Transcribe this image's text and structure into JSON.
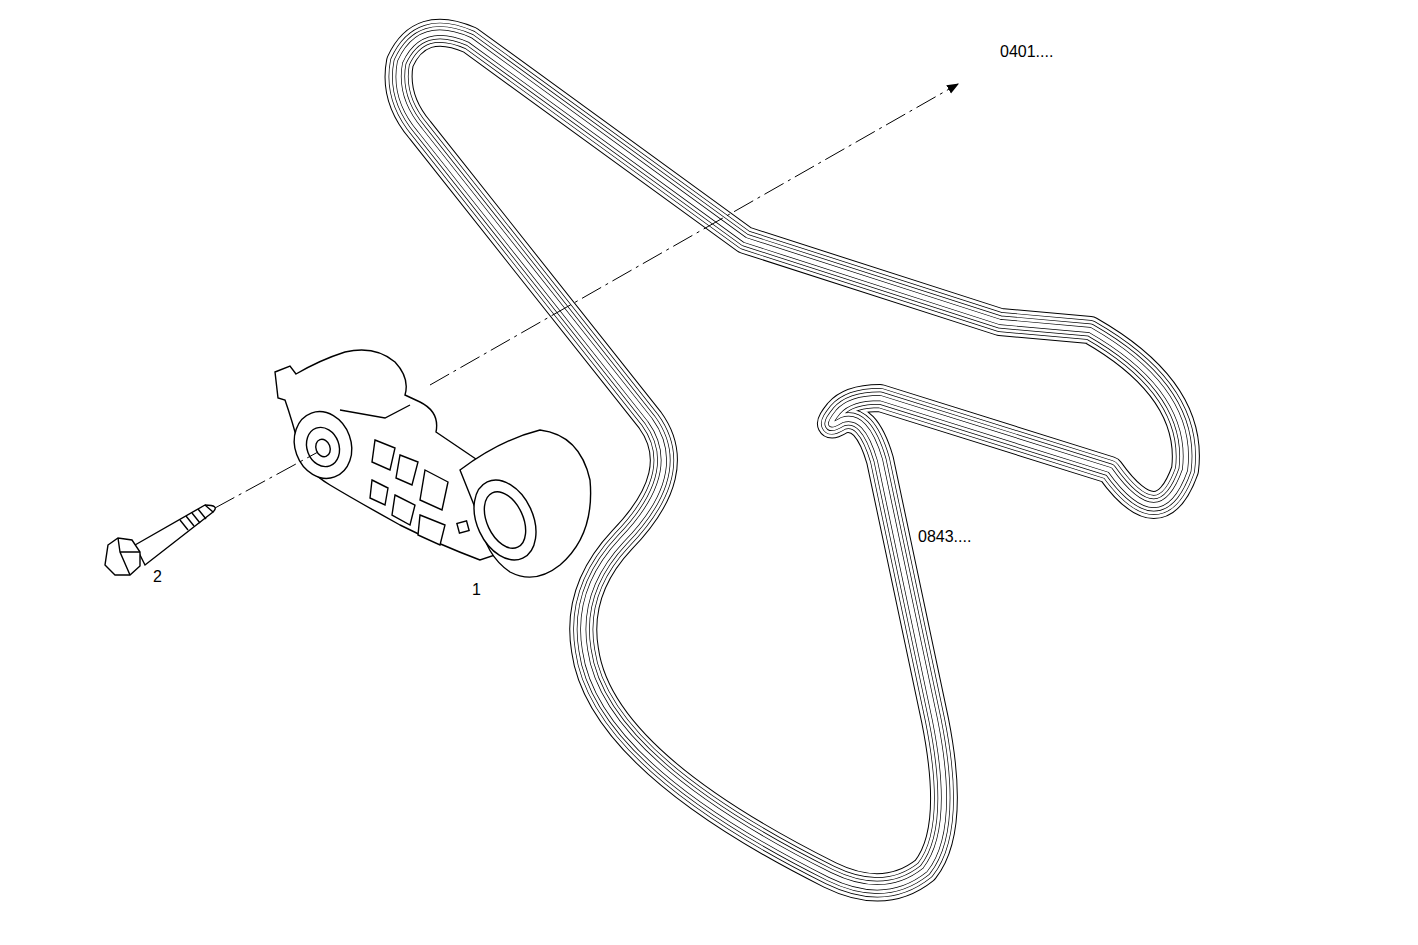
{
  "diagram": {
    "labels": [
      "0401....",
      "2",
      "1",
      "0843...."
    ]
  }
}
